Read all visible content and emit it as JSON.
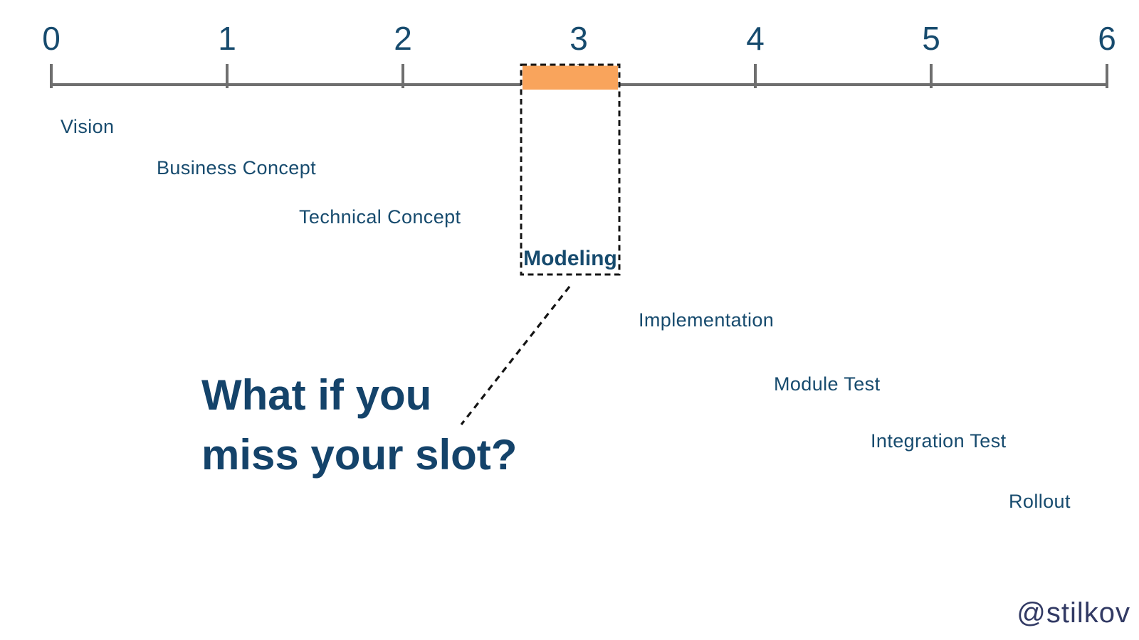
{
  "slide": {
    "headline_line1": "What if you",
    "headline_line2": "miss your slot?",
    "handle": "@stilkov"
  },
  "timeline": {
    "axis_min": 0,
    "axis_max": 6,
    "tick_labels": [
      "0",
      "1",
      "2",
      "3",
      "4",
      "5",
      "6"
    ],
    "phases": [
      {
        "label": "Vision"
      },
      {
        "label": "Business Concept"
      },
      {
        "label": "Technical Concept"
      },
      {
        "label": "Modeling",
        "highlighted": true,
        "slot_start": 2.7,
        "slot_end": 3.2
      },
      {
        "label": "Implementation"
      },
      {
        "label": "Module Test"
      },
      {
        "label": "Integration Test"
      },
      {
        "label": "Rollout"
      }
    ]
  },
  "colors": {
    "label_blue": "#174b6e",
    "headline_blue": "#14436a",
    "axis_gray": "#6f6f6f",
    "slot_orange": "#f9a45c",
    "dash_black": "#141414",
    "handle_navy": "#323a64"
  }
}
